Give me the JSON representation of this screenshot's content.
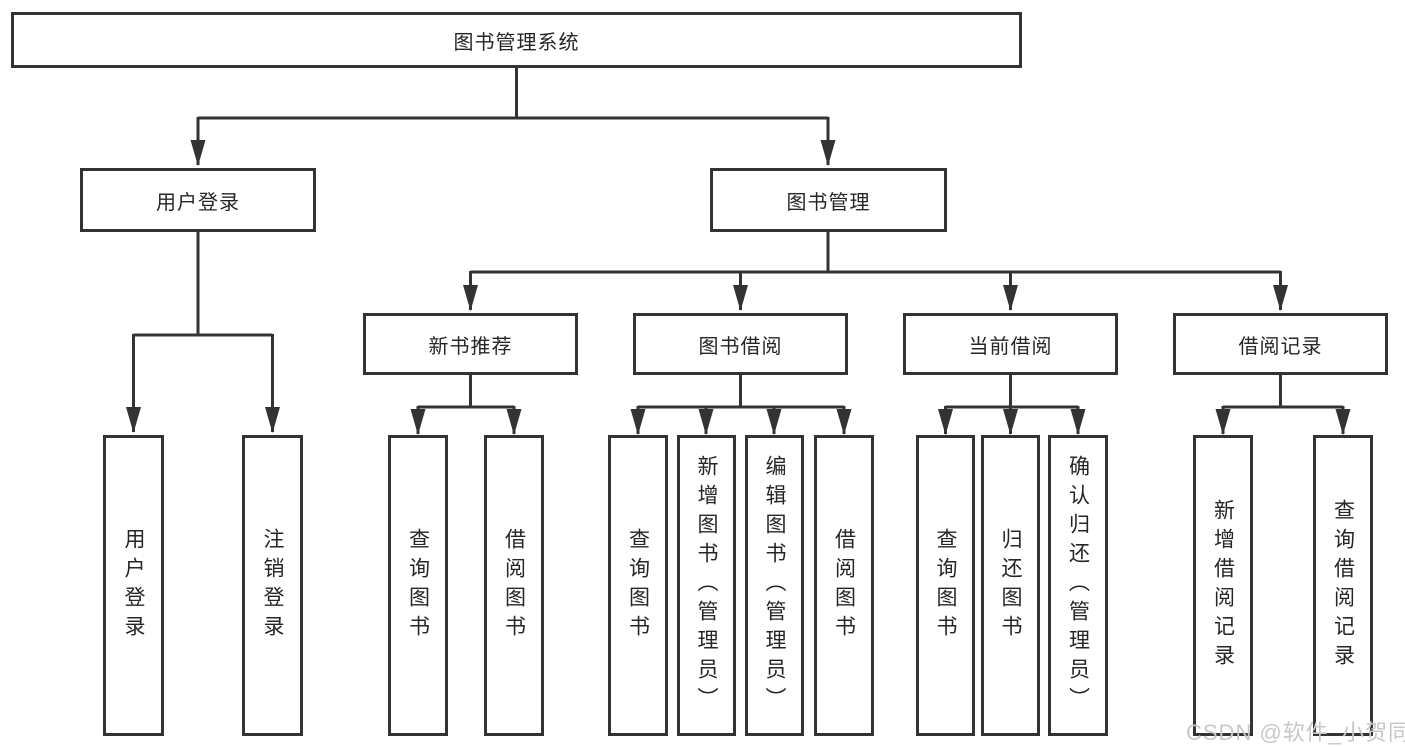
{
  "diagram": {
    "tree": {
      "label": "图书管理系统",
      "children": [
        {
          "label": "用户登录",
          "children": [
            {
              "label": "用户登录"
            },
            {
              "label": "注销登录"
            }
          ]
        },
        {
          "label": "图书管理",
          "children": [
            {
              "label": "新书推荐",
              "children": [
                {
                  "label": "查询图书"
                },
                {
                  "label": "借阅图书"
                }
              ]
            },
            {
              "label": "图书借阅",
              "children": [
                {
                  "label": "查询图书"
                },
                {
                  "label": "新增图书（管理员）"
                },
                {
                  "label": "编辑图书（管理员）"
                },
                {
                  "label": "借阅图书"
                }
              ]
            },
            {
              "label": "当前借阅",
              "children": [
                {
                  "label": "查询图书"
                },
                {
                  "label": "归还图书"
                },
                {
                  "label": "确认归还（管理员）"
                }
              ]
            },
            {
              "label": "借阅记录",
              "children": [
                {
                  "label": "新增借阅记录"
                },
                {
                  "label": "查询借阅记录"
                }
              ]
            }
          ]
        }
      ]
    },
    "colors": {
      "line": "#333333",
      "border": "#333333",
      "text": "#262626",
      "background": "#ffffff"
    }
  },
  "watermark": {
    "text": "CSDN @软件_小贺同学",
    "color": "#c8c8c8"
  }
}
